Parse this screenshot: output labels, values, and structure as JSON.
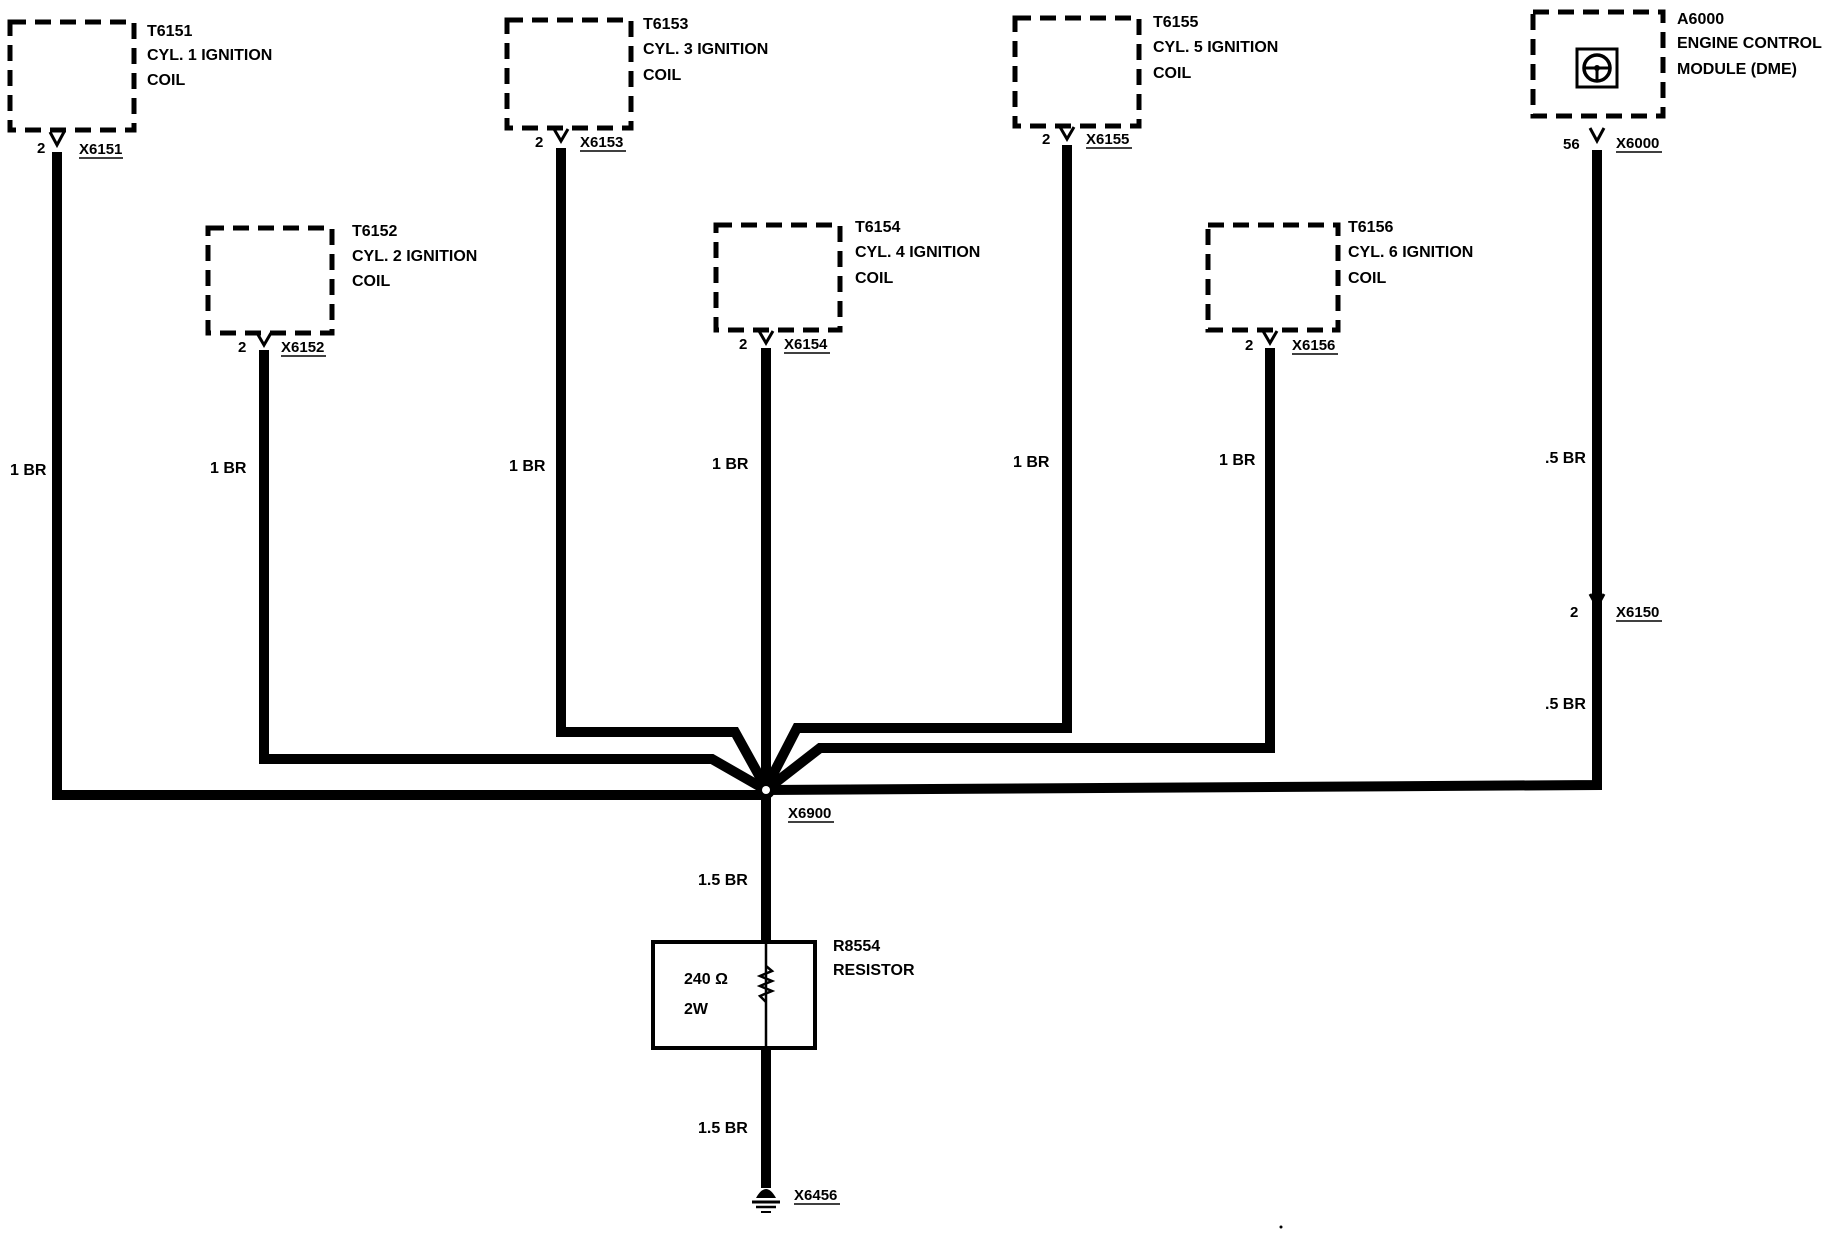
{
  "components": {
    "t6151": {
      "id": "T6151",
      "line1": "CYL. 1 IGNITION",
      "line2": "COIL"
    },
    "t6152": {
      "id": "T6152",
      "line1": "CYL. 2 IGNITION",
      "line2": "COIL"
    },
    "t6153": {
      "id": "T6153",
      "line1": "CYL. 3 IGNITION",
      "line2": "COIL"
    },
    "t6154": {
      "id": "T6154",
      "line1": "CYL. 4 IGNITION",
      "line2": "COIL"
    },
    "t6155": {
      "id": "T6155",
      "line1": "CYL. 5 IGNITION",
      "line2": "COIL"
    },
    "t6156": {
      "id": "T6156",
      "line1": "CYL. 6 IGNITION",
      "line2": "COIL"
    },
    "a6000": {
      "id": "A6000",
      "line1": "ENGINE CONTROL",
      "line2": "MODULE (DME)"
    },
    "r8554": {
      "id": "R8554",
      "line1": "RESISTOR",
      "value": "240 Ω",
      "power": "2W"
    }
  },
  "connectors": {
    "x6151": {
      "pin": "2",
      "name": "X6151"
    },
    "x6152": {
      "pin": "2",
      "name": "X6152"
    },
    "x6153": {
      "pin": "2",
      "name": "X6153"
    },
    "x6154": {
      "pin": "2",
      "name": "X6154"
    },
    "x6155": {
      "pin": "2",
      "name": "X6155"
    },
    "x6156": {
      "pin": "2",
      "name": "X6156"
    },
    "x6000": {
      "pin": "56",
      "name": "X6000"
    },
    "x6150": {
      "pin": "2",
      "name": "X6150"
    }
  },
  "splice": {
    "name": "X6900"
  },
  "ground": {
    "name": "X6456"
  },
  "wires": {
    "w1": "1 BR",
    "w2": "1 BR",
    "w3": "1 BR",
    "w4": "1 BR",
    "w5": "1 BR",
    "w6": "1 BR",
    "w_ecm_upper": ".5 BR",
    "w_ecm_lower": ".5 BR",
    "w_res_upper": "1.5 BR",
    "w_res_lower": "1.5 BR"
  }
}
